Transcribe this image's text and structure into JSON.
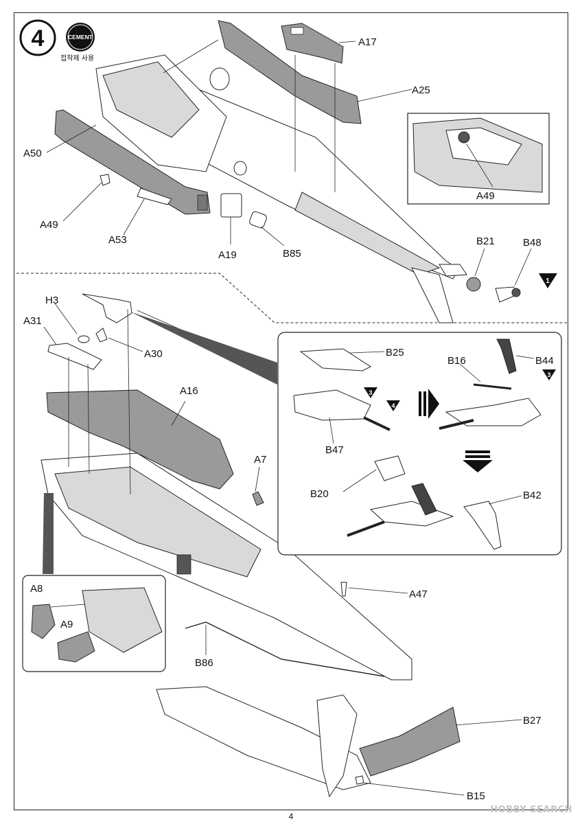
{
  "step": {
    "number": "4",
    "cement_badge": "CEMENT",
    "cement_korean": "접착제 사용"
  },
  "parts": {
    "a17": "A17",
    "a25": "A25",
    "a50": "A50",
    "a49": "A49",
    "a53": "A53",
    "a19": "A19",
    "b85": "B85",
    "a49_detail": "A49",
    "b21": "B21",
    "b48": "B48",
    "h3": "H3",
    "a31": "A31",
    "a30": "A30",
    "a16": "A16",
    "a7": "A7",
    "b25": "B25",
    "b16": "B16",
    "b44": "B44",
    "b47": "B47",
    "b20": "B20",
    "b42": "B42",
    "a8": "A8",
    "a9": "A9",
    "a47": "A47",
    "b86": "B86",
    "b27": "B27",
    "b15": "B15"
  },
  "ref_markers": {
    "m1": "1",
    "m3a": "3",
    "m3b": "3",
    "m4": "4"
  },
  "page_number": "4",
  "watermark": "HOBBY SEARCH",
  "colors": {
    "part_grey": "#9a9a9a",
    "line": "#222222"
  }
}
